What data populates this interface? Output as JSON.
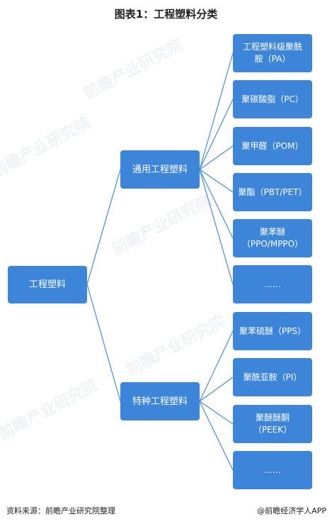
{
  "title": "图表1：工程塑料分类",
  "root": "工程塑料",
  "groups": [
    {
      "label": "通用工程塑料"
    },
    {
      "label": "特种工程塑料"
    }
  ],
  "leaves": [
    {
      "l1": "工程塑料级聚酰",
      "l2": "胺（PA）"
    },
    {
      "l1": "聚碳酸脂（PC）",
      "l2": ""
    },
    {
      "l1": "聚甲醛（POM）",
      "l2": ""
    },
    {
      "l1": "聚酯（PBT/PET）",
      "l2": ""
    },
    {
      "l1": "聚苯醚",
      "l2": "（PPO/MPPO）"
    },
    {
      "l1": "……",
      "l2": ""
    },
    {
      "l1": "聚苯硫醚（PPS）",
      "l2": ""
    },
    {
      "l1": "聚酰亚胺（PI）",
      "l2": ""
    },
    {
      "l1": "聚醚醚酮",
      "l2": "（PEEK）"
    },
    {
      "l1": "……",
      "l2": ""
    }
  ],
  "footer": {
    "source": "资料来源：前瞻产业研究院整理",
    "brand": "@前瞻经济学人APP"
  },
  "watermark": "前瞻产业研究院",
  "colors": {
    "box": "#3c85d9",
    "line": "#4a8ad8"
  }
}
